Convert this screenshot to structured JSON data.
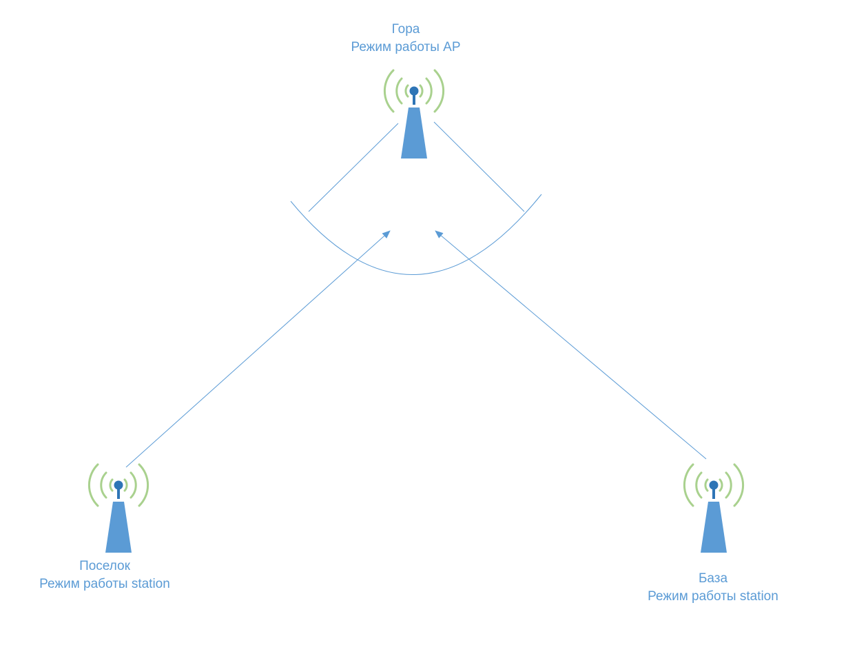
{
  "colors": {
    "tower": "#5b9bd5",
    "waves": "#a9d18e",
    "antenna": "#2e75b6",
    "link": "#5b9bd5",
    "text": "#5b9bd5"
  },
  "icons": [
    "radio-tower-icon"
  ],
  "nodes": [
    {
      "id": "mountain",
      "name": "Гора",
      "mode": "Режим работы AP"
    },
    {
      "id": "village",
      "name": "Поселок",
      "mode": "Режим работы station"
    },
    {
      "id": "base",
      "name": "База",
      "mode": "Режим работы station"
    }
  ]
}
